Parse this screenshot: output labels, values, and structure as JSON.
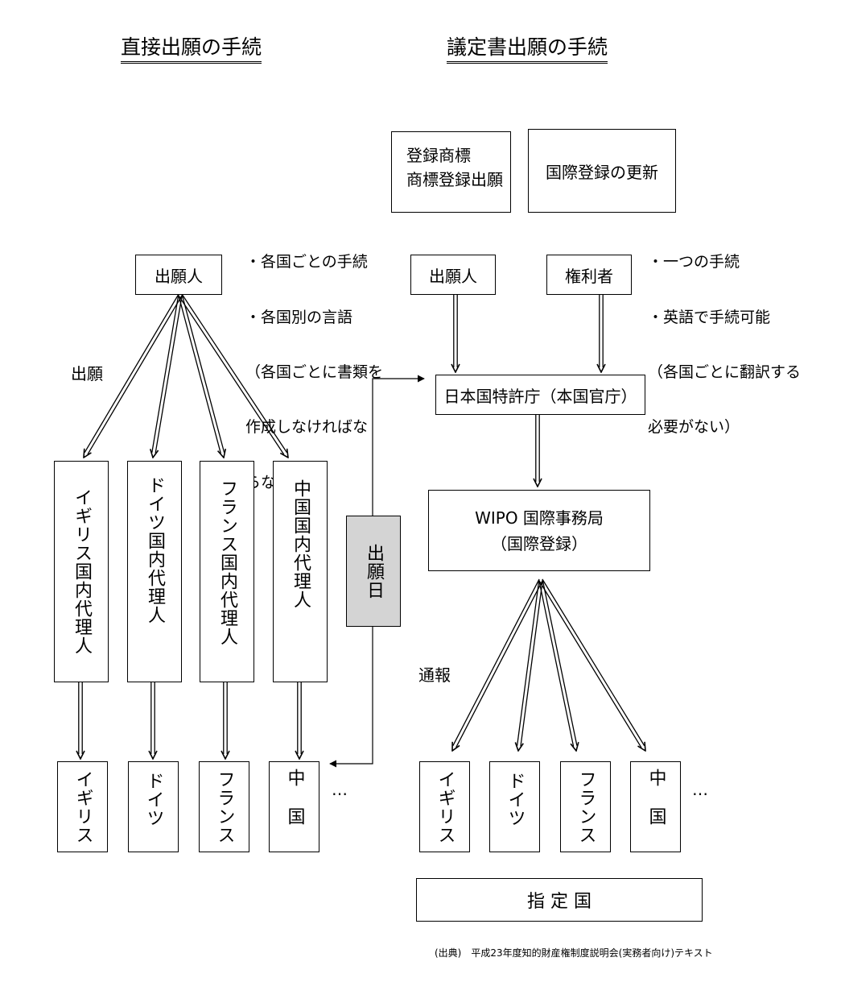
{
  "headings": {
    "direct": "直接出願の手続",
    "protocol": "議定書出願の手続"
  },
  "direct": {
    "applicant": "出願人",
    "notes": [
      "・各国ごとの手続",
      "・各国別の言語",
      "（各国ごとに書類を",
      "作成しなければな",
      "らない）"
    ],
    "arrow_label": "出願",
    "agents": [
      "イギリス国内代理人",
      "ドイツ国内代理人",
      "フランス国内代理人",
      "中国国内代理人"
    ],
    "countries": [
      "イギリス",
      "ドイツ",
      "フランス",
      "中国"
    ],
    "ellipsis": "…"
  },
  "filing_date": "出願日",
  "protocol": {
    "basic_line1": "登録商標",
    "basic_line2": "商標登録出願",
    "renewal": "国際登録の更新",
    "applicant": "出願人",
    "holder": "権利者",
    "notes": [
      "・一つの手続",
      "・英語で手続可能",
      "（各国ごとに翻訳する",
      "必要がない）"
    ],
    "office": "日本国特許庁（本国官庁）",
    "wipo_line1": "WIPO 国際事務局",
    "wipo_line2": "（国際登録）",
    "notify_label": "通報",
    "countries": [
      "イギリス",
      "ドイツ",
      "フランス",
      "中国"
    ],
    "ellipsis": "…",
    "designated": "指 定 国"
  },
  "source": "(出典)　平成23年度知的財産権制度説明会(実務者向け)テキスト"
}
